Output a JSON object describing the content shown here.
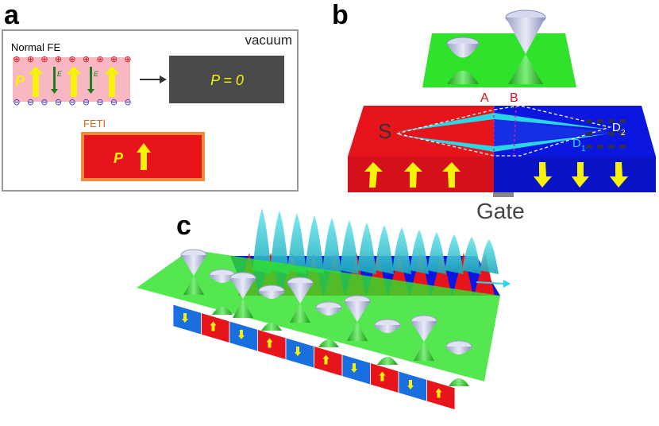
{
  "panels": {
    "a": {
      "label": "a",
      "vacuum": "vacuum",
      "normal_fe": "Normal FE",
      "p_symbol": "P",
      "e_symbol": "E",
      "p_zero": "P = 0",
      "feti": "FETI",
      "plus_sign": "⊕",
      "minus_sign": "⊖"
    },
    "b": {
      "label": "b",
      "point_a": "A",
      "point_b": "B",
      "source": "S",
      "drain1": "D",
      "drain1_sub": "1",
      "drain2": "D",
      "drain2_sub": "2",
      "gate": "Gate"
    },
    "c": {
      "label": "c"
    }
  },
  "colors": {
    "red": "#e8141c",
    "blue": "#0b17e0",
    "green": "#2fe22a",
    "cyan": "#2ad6e6",
    "yellow": "#f7f20a",
    "gray_box": "#4a4a4a",
    "pink": "#f7b8c2",
    "orange_border": "#f08a3a"
  },
  "icons": [
    "arrow-up-icon",
    "arrow-down-icon",
    "dirac-cone-icon",
    "plus-charge-icon",
    "minus-charge-icon",
    "right-arrow-icon"
  ]
}
